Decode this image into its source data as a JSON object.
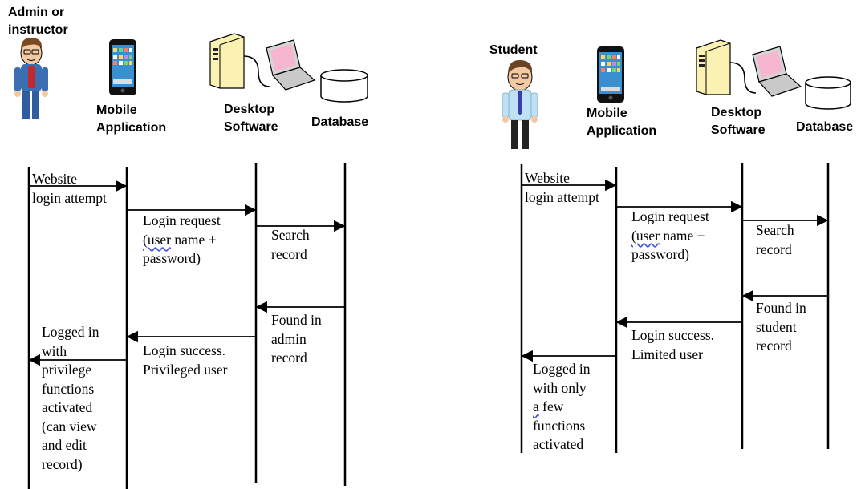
{
  "left": {
    "actor_label": "Admin or\ninstructor",
    "mobile_label": "Mobile\nApplication",
    "desktop_label": "Desktop\nSoftware",
    "database_label": "Database",
    "msg1": "Website\nlogin attempt",
    "msg2_line1": "Login request",
    "msg2_wavy": "(user",
    "msg2_rest": " name +",
    "msg2_line3": "password)",
    "msg3": "Search\nrecord",
    "msg4": "Found in\nadmin\nrecord",
    "msg5": "Login success.\nPrivileged user",
    "msg6": "Logged in\nwith\nprivilege\nfunctions\nactivated\n(can view\nand edit\nrecord)"
  },
  "right": {
    "actor_label": "Student",
    "mobile_label": "Mobile\nApplication",
    "desktop_label": "Desktop\nSoftware",
    "database_label": "Database",
    "msg1": "Website\nlogin attempt",
    "msg2_line1": "Login request",
    "msg2_wavy": "(user",
    "msg2_rest": " name +",
    "msg2_line3": "password)",
    "msg3": "Search\nrecord",
    "msg4": "Found in\nstudent\nrecord",
    "msg5": "Login success.\nLimited user",
    "msg6_line1": "Logged in",
    "msg6_line2": "with only",
    "msg6_wavy": "a",
    "msg6_rest": " few",
    "msg6_line4": "functions",
    "msg6_line5": "activated"
  }
}
